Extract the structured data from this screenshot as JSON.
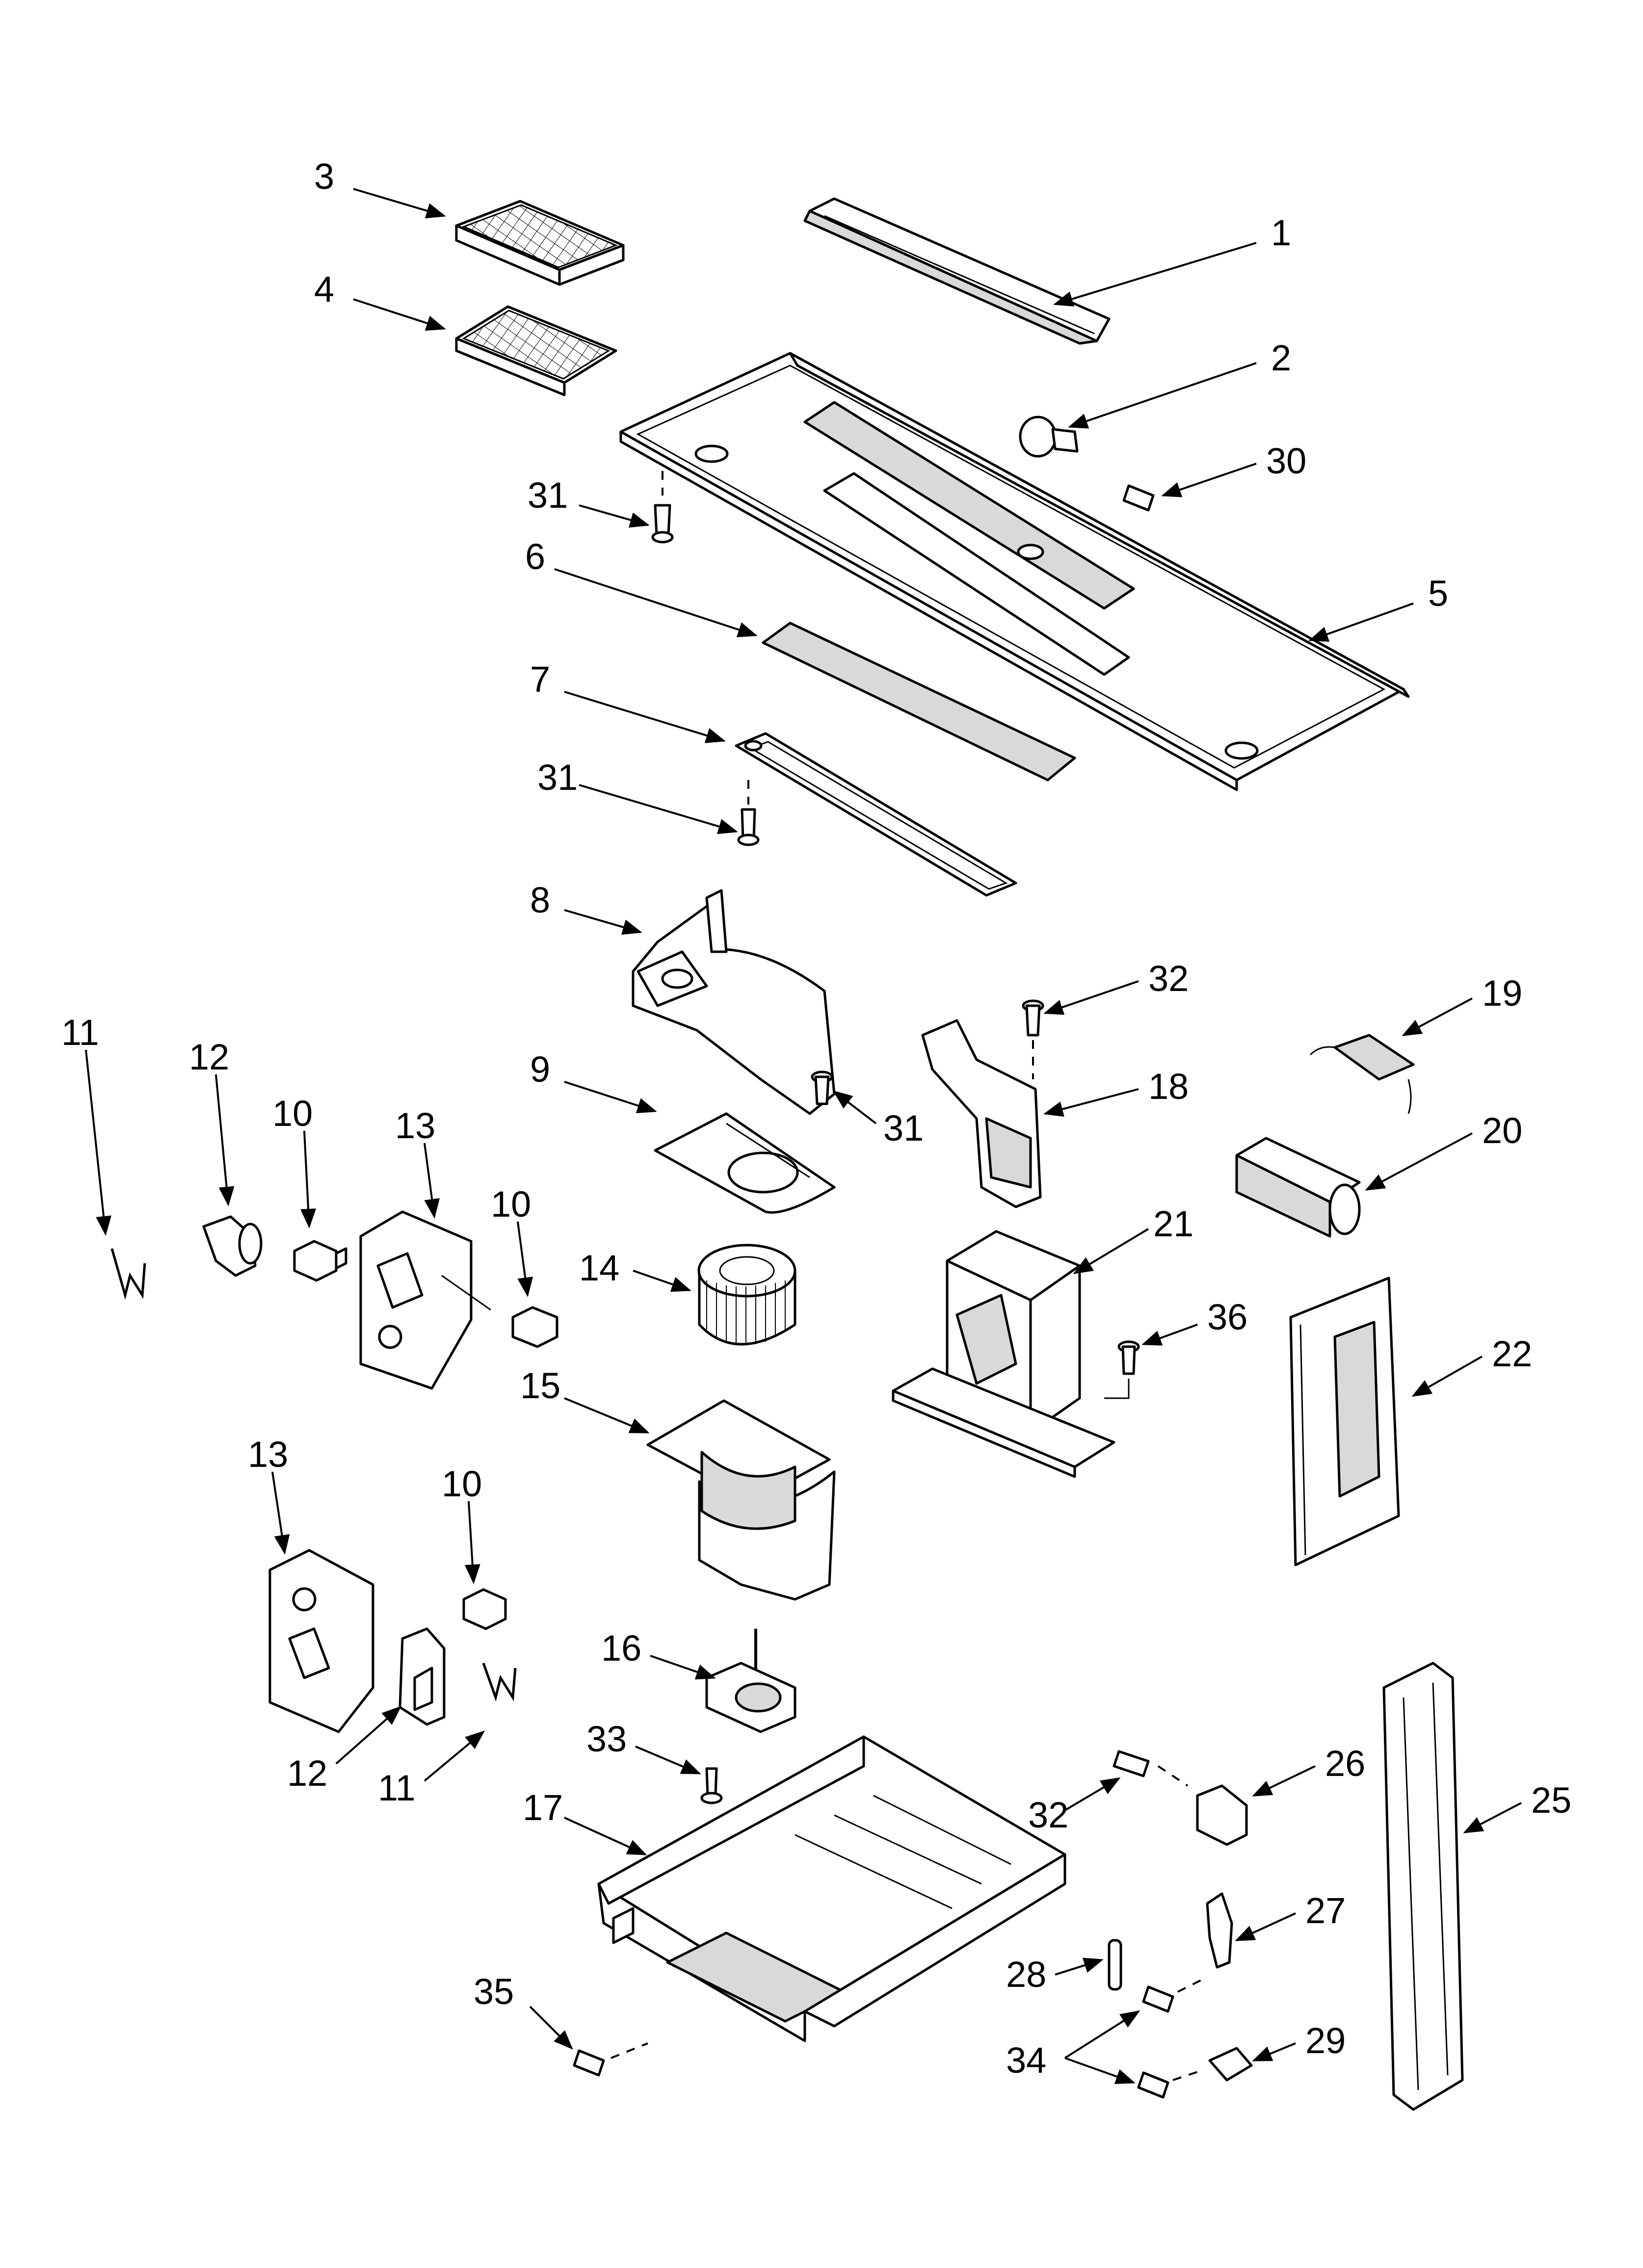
{
  "diagram": {
    "callouts": [
      "1",
      "2",
      "3",
      "4",
      "5",
      "6",
      "7",
      "8",
      "9",
      "10",
      "11",
      "12",
      "13",
      "14",
      "15",
      "16",
      "17",
      "18",
      "19",
      "20",
      "21",
      "22",
      "25",
      "26",
      "27",
      "28",
      "29",
      "30",
      "31",
      "32",
      "33",
      "34",
      "35",
      "36"
    ],
    "labels": {
      "c1": "1",
      "c2": "2",
      "c3": "3",
      "c4": "4",
      "c5": "5",
      "c6": "6",
      "c7": "7",
      "c8": "8",
      "c9": "9",
      "c10a": "10",
      "c10b": "10",
      "c10c": "10",
      "c11a": "11",
      "c11b": "11",
      "c12a": "12",
      "c12b": "12",
      "c13a": "13",
      "c13b": "13",
      "c14": "14",
      "c15": "15",
      "c16": "16",
      "c17": "17",
      "c18": "18",
      "c19": "19",
      "c20": "20",
      "c21": "21",
      "c22": "22",
      "c25": "25",
      "c26": "26",
      "c27": "27",
      "c28": "28",
      "c29": "29",
      "c30": "30",
      "c31a": "31",
      "c31b": "31",
      "c31c": "31",
      "c32a": "32",
      "c32b": "32",
      "c33": "33",
      "c34": "34",
      "c35": "35",
      "c36": "36"
    }
  }
}
